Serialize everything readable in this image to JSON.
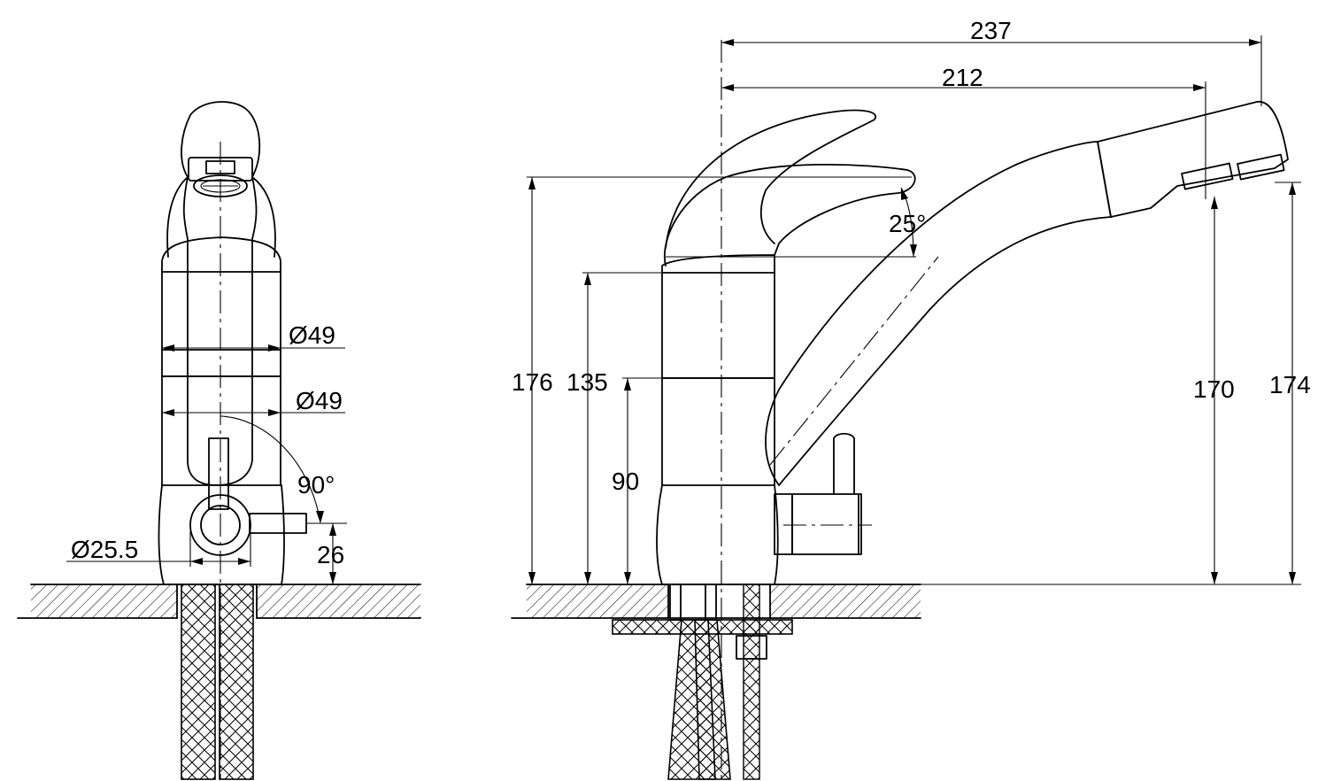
{
  "colors": {
    "line": "#000000",
    "background": "#ffffff"
  },
  "front_view": {
    "dimensions": {
      "upper_body_diameter": "Ø49",
      "lower_body_diameter": "Ø49",
      "lever_rotation_angle": "90°",
      "filter_knob_diameter": "Ø25.5",
      "knob_axis_height": "26"
    }
  },
  "side_view": {
    "dimensions": {
      "overall_length": "237",
      "spout_reach": "212",
      "lever_tilt_angle": "25°",
      "overall_height": "176",
      "body_height": "135",
      "lower_body_height": "90",
      "spout_outlet_height_filtered": "170",
      "spout_outlet_height_mixed": "174"
    }
  }
}
